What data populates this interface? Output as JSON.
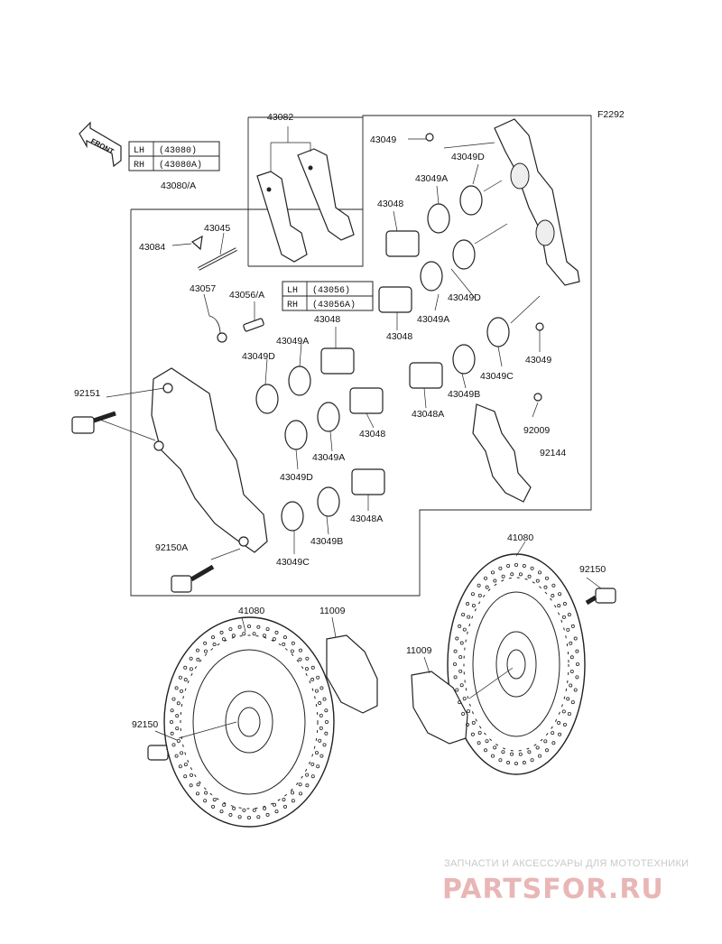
{
  "figure_code": "F2292",
  "front_arrow": "FRONT",
  "caliper_table": [
    {
      "side": "LH",
      "code": "(43080)"
    },
    {
      "side": "RH",
      "code": "(43080A)"
    }
  ],
  "valve_table": [
    {
      "side": "LH",
      "code": "(43056)"
    },
    {
      "side": "RH",
      "code": "(43056A)"
    }
  ],
  "labels": {
    "l43082": "43082",
    "l43080A": "43080/A",
    "l43049_top": "43049",
    "l43049D_1": "43049D",
    "l43049A_1": "43049A",
    "l43048_1": "43048",
    "l43045": "43045",
    "l43084": "43084",
    "l43057": "43057",
    "l43056A": "43056/A",
    "l43049D_2": "43049D",
    "l43049A_2": "43049A",
    "l43048_2": "43048",
    "l43048_3": "43048",
    "l43049A_3": "43049A",
    "l43049D_3": "43049D",
    "l43049C_1": "43049C",
    "l43049_r": "43049",
    "l43049B_1": "43049B",
    "l43048A_1": "43048A",
    "l92151": "92151",
    "l43048_4": "43048",
    "l92009": "92009",
    "l92144": "92144",
    "l43049A_4": "43049A",
    "l43049D_4": "43049D",
    "l43048A_2": "43048A",
    "l92150A": "92150A",
    "l43049B_2": "43049B",
    "l43049C_2": "43049C",
    "l41080_r": "41080",
    "l92150_r": "92150",
    "l41080_l": "41080",
    "l11009_l": "11009",
    "l11009_r": "11009",
    "l92150_l": "92150"
  },
  "watermark": {
    "line": "ЗАПЧАСТИ И АКСЕССУАРЫ ДЛЯ МОТОТЕХНИКИ",
    "logo": "PARTSFOR.RU"
  }
}
